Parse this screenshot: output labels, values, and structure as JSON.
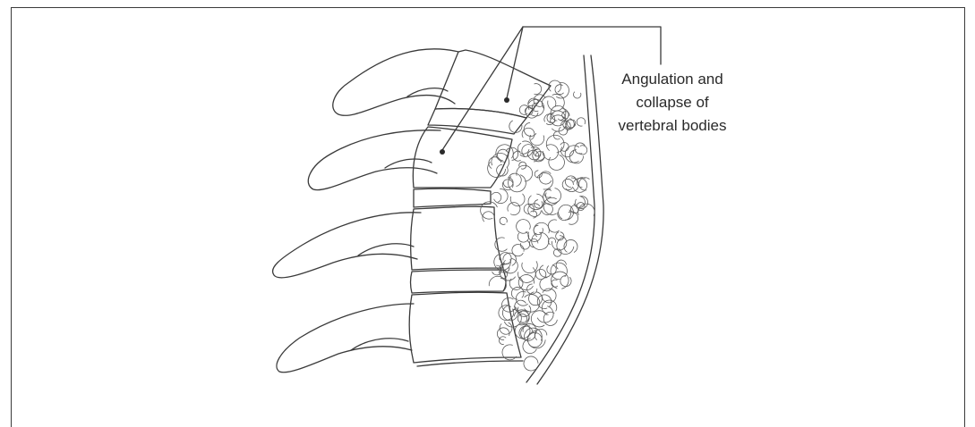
{
  "figure": {
    "callout": {
      "lines": [
        "Angulation and",
        "collapse of",
        "vertebral bodies"
      ]
    }
  },
  "colors": {
    "ink": "#3a3a3a",
    "lesion_ink": "#5a5a5a",
    "background": "#ffffff"
  },
  "icons": {
    "callout_marker": "dot"
  }
}
